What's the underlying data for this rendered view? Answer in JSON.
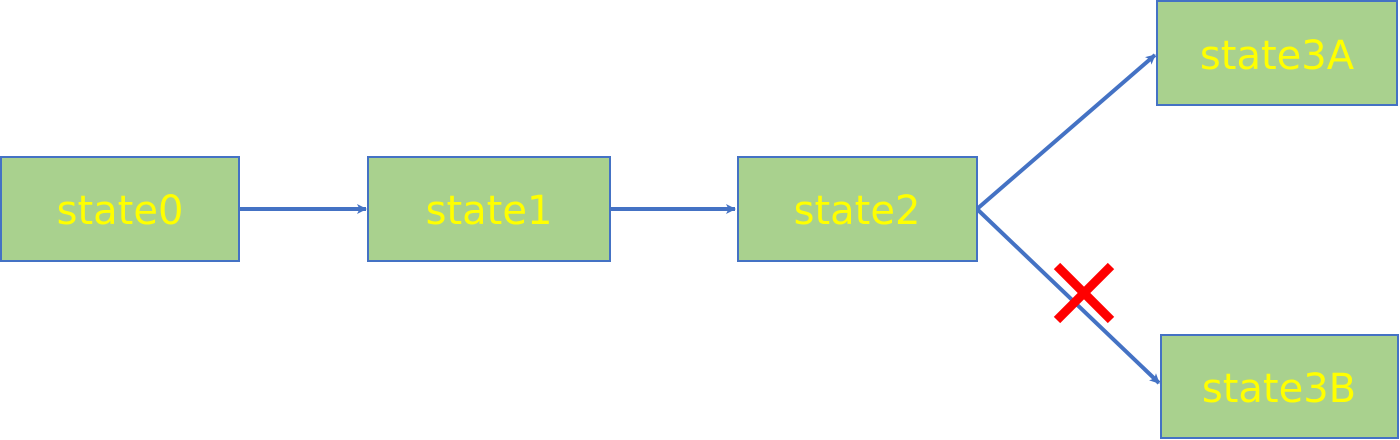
{
  "colors": {
    "node_fill": "#a9d18e",
    "node_border": "#4472c4",
    "label_text": "#ffff00",
    "edge": "#4472c4",
    "blocked_mark": "#ff0000"
  },
  "nodes": {
    "state0": {
      "label": "state0"
    },
    "state1": {
      "label": "state1"
    },
    "state2": {
      "label": "state2"
    },
    "state3A": {
      "label": "state3A"
    },
    "state3B": {
      "label": "state3B"
    }
  },
  "edges": [
    {
      "from": "state0",
      "to": "state1",
      "blocked": false
    },
    {
      "from": "state1",
      "to": "state2",
      "blocked": false
    },
    {
      "from": "state2",
      "to": "state3A",
      "blocked": false
    },
    {
      "from": "state2",
      "to": "state3B",
      "blocked": true
    }
  ]
}
